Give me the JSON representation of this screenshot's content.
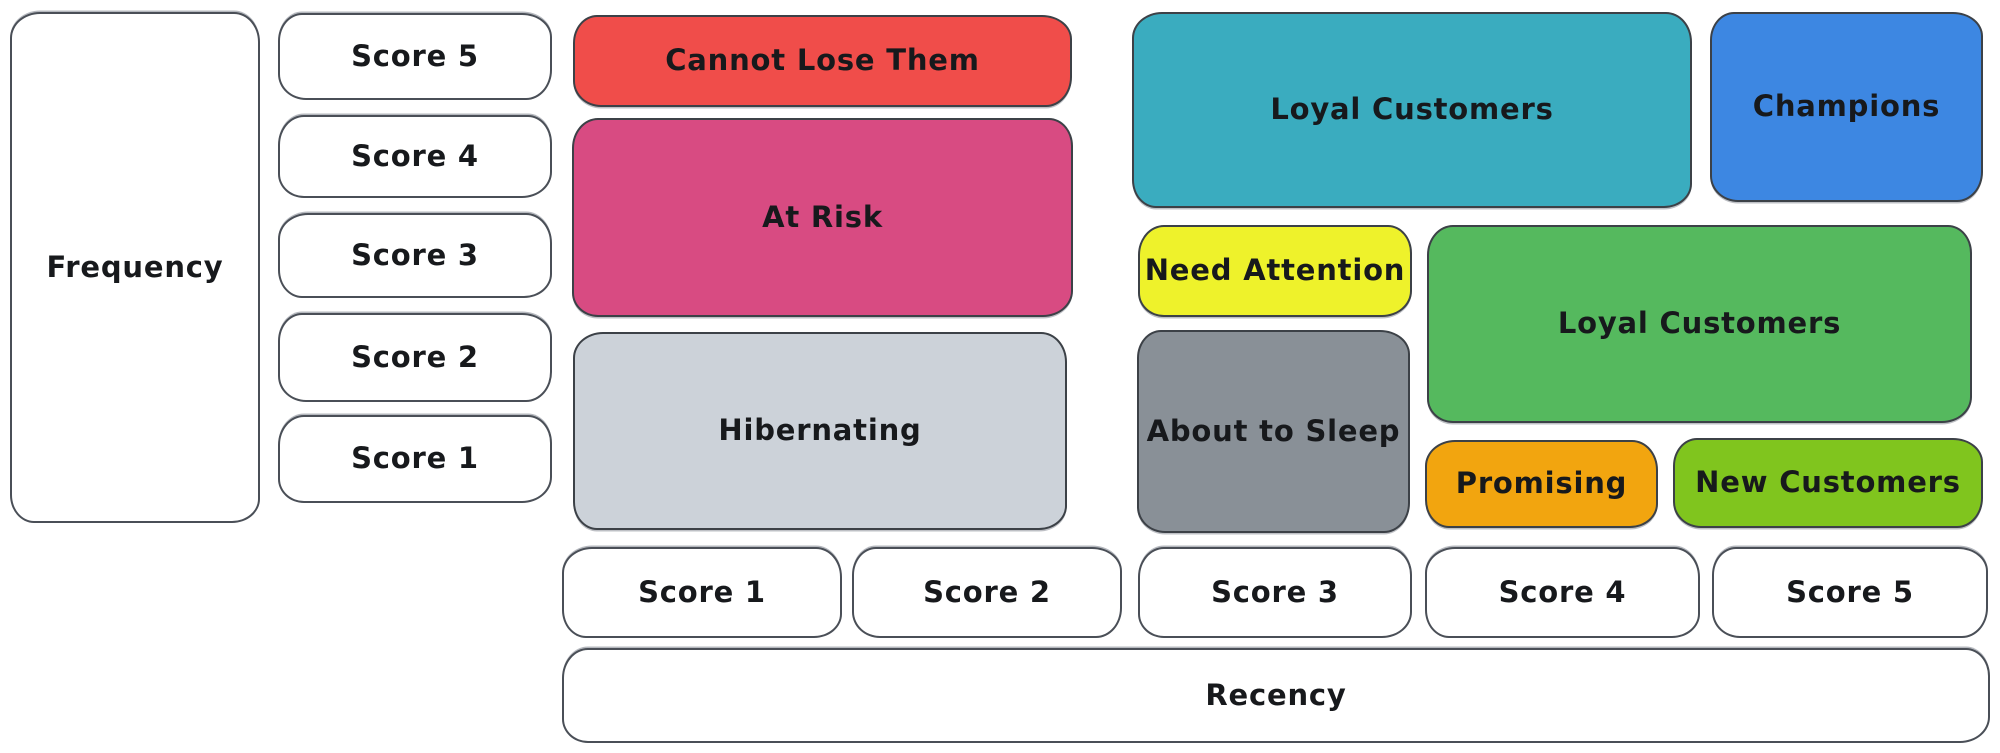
{
  "palette": {
    "background": "#ffffff",
    "stroke": "#3c4147",
    "text": "#17191c"
  },
  "frequency_axis": {
    "label": "Frequency",
    "scores": [
      {
        "label": "Score 5"
      },
      {
        "label": "Score 4"
      },
      {
        "label": "Score 3"
      },
      {
        "label": "Score 2"
      },
      {
        "label": "Score 1"
      }
    ]
  },
  "recency_axis": {
    "label": "Recency",
    "scores": [
      {
        "label": "Score 1"
      },
      {
        "label": "Score 2"
      },
      {
        "label": "Score 3"
      },
      {
        "label": "Score 4"
      },
      {
        "label": "Score 5"
      }
    ]
  },
  "segments": {
    "cannot_lose_them": {
      "label": "Cannot Lose Them",
      "color": "#f04d4a"
    },
    "at_risk": {
      "label": "At Risk",
      "color": "#d84b82"
    },
    "hibernating": {
      "label": "Hibernating",
      "color": "#ccd2d9"
    },
    "loyal_customers_top": {
      "label": "Loyal Customers",
      "color": "#3aacbf"
    },
    "champions": {
      "label": "Champions",
      "color": "#3d87e2"
    },
    "need_attention": {
      "label": "Need Attention",
      "color": "#eef22b"
    },
    "about_to_sleep": {
      "label": "About to Sleep",
      "color": "#899097"
    },
    "loyal_customers_mid": {
      "label": "Loyal Customers",
      "color": "#55b95e"
    },
    "promising": {
      "label": "Promising",
      "color": "#f2a50f"
    },
    "new_customers": {
      "label": "New Customers",
      "color": "#80c51e"
    }
  }
}
